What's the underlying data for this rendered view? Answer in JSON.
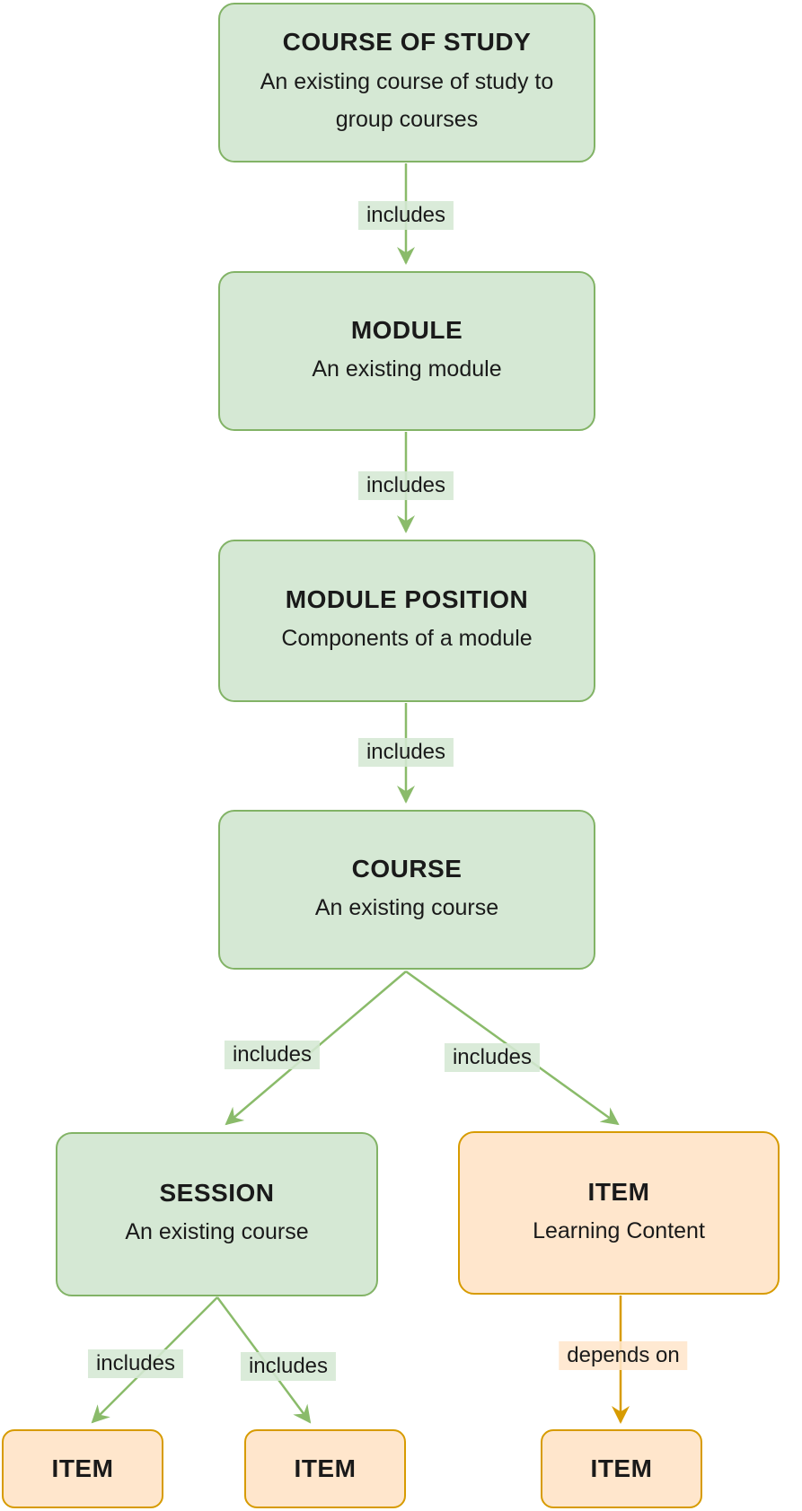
{
  "diagram": {
    "type": "flowchart",
    "nodes": [
      {
        "id": "course_of_study",
        "title": "COURSE OF STUDY",
        "subtitle": "An existing course of study to group courses",
        "variant": "green"
      },
      {
        "id": "module",
        "title": "MODULE",
        "subtitle": "An existing module",
        "variant": "green"
      },
      {
        "id": "module_position",
        "title": "MODULE POSITION",
        "subtitle": "Components of a module",
        "variant": "green"
      },
      {
        "id": "course",
        "title": "COURSE",
        "subtitle": "An existing course",
        "variant": "green"
      },
      {
        "id": "session",
        "title": "SESSION",
        "subtitle": "An existing course",
        "variant": "green"
      },
      {
        "id": "item_learning_content",
        "title": "ITEM",
        "subtitle": "Learning Content",
        "variant": "orange"
      },
      {
        "id": "item_1",
        "title": "ITEM",
        "variant": "orange"
      },
      {
        "id": "item_2",
        "title": "ITEM",
        "variant": "orange"
      },
      {
        "id": "item_3",
        "title": "ITEM",
        "variant": "orange"
      }
    ],
    "edges": [
      {
        "from": "course_of_study",
        "to": "module",
        "label": "includes",
        "color": "green"
      },
      {
        "from": "module",
        "to": "module_position",
        "label": "includes",
        "color": "green"
      },
      {
        "from": "module_position",
        "to": "course",
        "label": "includes",
        "color": "green"
      },
      {
        "from": "course",
        "to": "session",
        "label": "includes",
        "color": "green"
      },
      {
        "from": "course",
        "to": "item_learning_content",
        "label": "includes",
        "color": "green"
      },
      {
        "from": "session",
        "to": "item_1",
        "label": "includes",
        "color": "green"
      },
      {
        "from": "session",
        "to": "item_2",
        "label": "includes",
        "color": "green"
      },
      {
        "from": "item_learning_content",
        "to": "item_3",
        "label": "depends on",
        "color": "orange"
      }
    ],
    "colors": {
      "green_node_fill": "#d5e8d4",
      "green_node_border": "#82b366",
      "orange_node_fill": "#ffe6cc",
      "orange_node_border": "#d79b00",
      "green_arrow": "#8abb6a",
      "orange_arrow": "#d79b00",
      "green_label_bg": "#dcead5",
      "orange_label_bg": "#ffe9d4",
      "text": "#1a1a1a",
      "background": "#ffffff"
    }
  }
}
